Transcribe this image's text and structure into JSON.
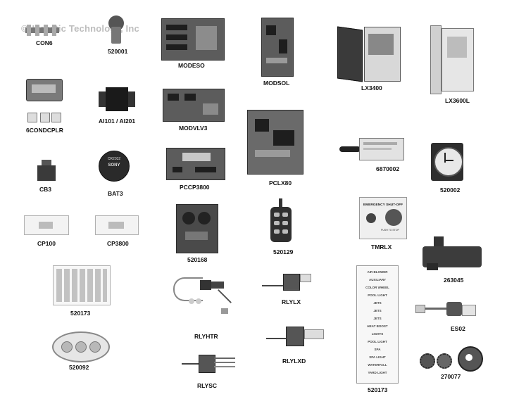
{
  "watermark": "©Hydrotic Technology, Inc",
  "parts": {
    "con6": "CON6",
    "p520001": "520001",
    "modeso": "MODESO",
    "modsol": "MODSOL",
    "lx3400": "LX3400",
    "lx3600l": "LX3600L",
    "cond": "6CONDCPLR",
    "ai": "AI101 / AI201",
    "modvlv3": "MODVLV3",
    "pclx80": "PCLX80",
    "p6870002": "6870002",
    "p520002": "520002",
    "cb3": "CB3",
    "bat3": "BAT3",
    "pccp3800": "PCCP3800",
    "cp100": "CP100",
    "cp3800": "CP3800",
    "p520168": "520168",
    "p520129": "520129",
    "tmrlx": "TMRLX",
    "p263045": "263045",
    "p520173a": "520173",
    "rlylx": "RLYLX",
    "es02": "ES02",
    "rlyhtr": "RLYHTR",
    "rlylxd": "RLYLXD",
    "p520092": "520092",
    "rlysc": "RLYSC",
    "p520173b": "520173",
    "p270077": "270077"
  },
  "tmrlx_panel": {
    "title": "EMERGENCY SHUT-OFF",
    "push": "PUSH TO STOP"
  },
  "battery_text": "CR2032",
  "battery_brand": "SONY",
  "strip_labels": [
    "AIR BLOWER",
    "AUXILIARY",
    "COLOR WHEEL",
    "POOL LIGHT",
    "JETS",
    "JETS",
    "JETS",
    "HEAT BOOST",
    "LIGHTS",
    "POOL LIGHT",
    "SPA",
    "SPA LIGHT",
    "WATERFALL",
    "YARD LIGHT"
  ]
}
